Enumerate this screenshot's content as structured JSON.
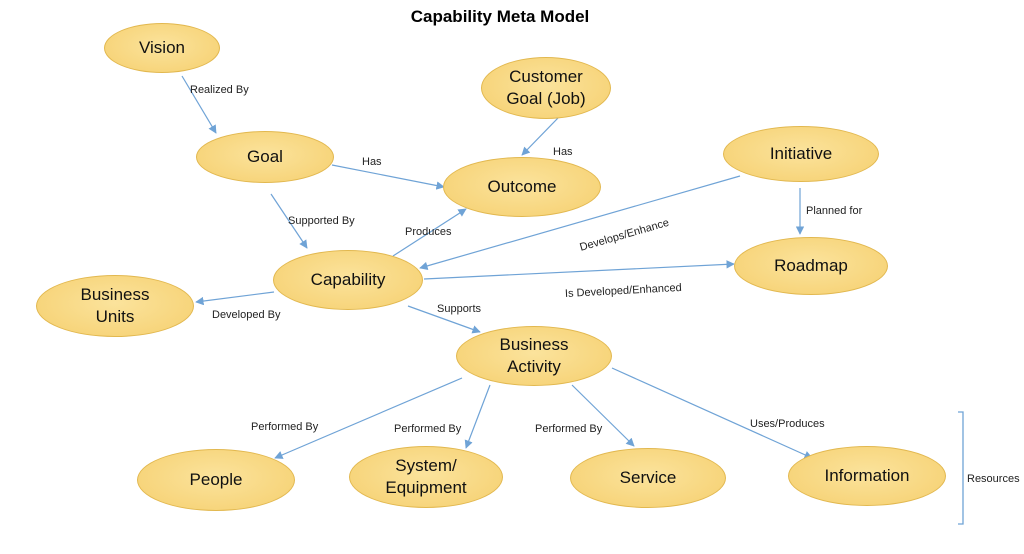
{
  "title": "Capability Meta Model",
  "nodes": {
    "vision": "Vision",
    "goal": "Goal",
    "customer_goal": "Customer\nGoal (Job)",
    "outcome": "Outcome",
    "initiative": "Initiative",
    "roadmap": "Roadmap",
    "capability": "Capability",
    "business_units": "Business\nUnits",
    "business_activity": "Business\nActivity",
    "people": "People",
    "system_equipment": "System/\nEquipment",
    "service": "Service",
    "information": "Information"
  },
  "edges": {
    "realized_by": "Realized By",
    "has_goal": "Has",
    "has_customer": "Has",
    "supported_by": "Supported By",
    "produces": "Produces",
    "develops_enhance": "Develops/Enhance",
    "planned_for": "Planned for",
    "is_developed_enhanced": "Is Developed/Enhanced",
    "developed_by": "Developed By",
    "supports": "Supports",
    "performed_by_people": "Performed By",
    "performed_by_system": "Performed By",
    "performed_by_service": "Performed By",
    "uses_produces": "Uses/Produces"
  },
  "group_label": "Resources",
  "colors": {
    "node_fill": "#f9dc8a",
    "node_border": "#e2b84f",
    "edge": "#6fa3d6"
  }
}
